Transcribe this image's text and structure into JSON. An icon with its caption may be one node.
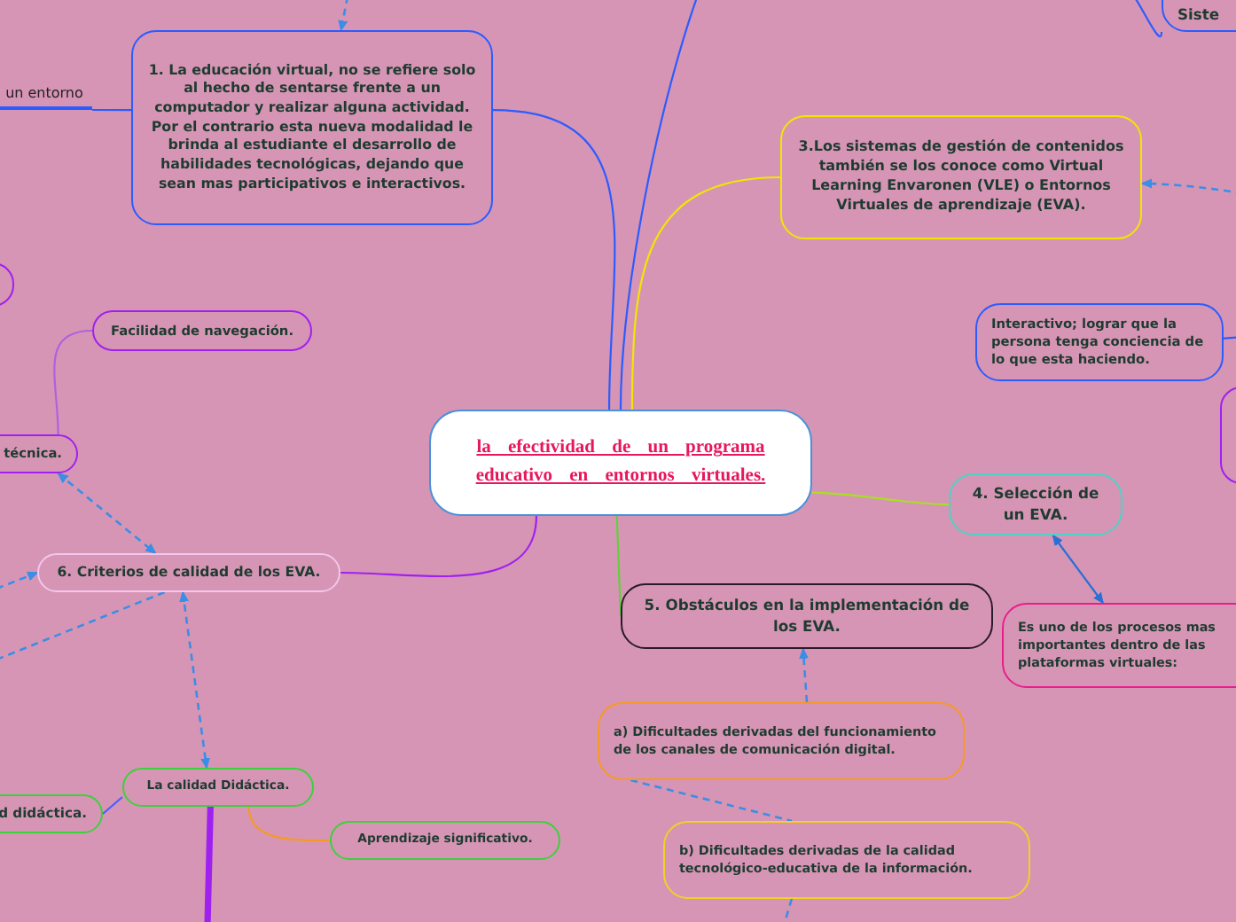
{
  "diagram": {
    "nodes": [
      {
        "text": [
          "un entorno"
        ]
      },
      {
        "text": [
          "1. La educación virtual, no se refiere solo al hecho de sentarse frente a un computador y realizar alguna actividad. Por el contrario esta nueva modalidad le brinda al estudiante el desarrollo de habilidades tecnológicas, dejando que sean mas participativos e interactivos."
        ]
      },
      {
        "text": [
          "Siste"
        ]
      },
      {
        "text": [],
        "shape": "box"
      },
      {
        "text": [
          "3.Los sistemas de gestión de contenidos también se los conoce como Virtual Learning Envaronen (VLE) o Entornos Virtuales de aprendizaje (EVA)."
        ]
      },
      {
        "text": [
          "Facilidad de navegación."
        ]
      },
      {
        "text": [
          "Interactivo; lograr que la persona tenga conciencia de lo que esta haciendo."
        ]
      },
      {
        "text": [
          "la efectividad de un programa educativo en entornos virtuales."
        ]
      },
      {
        "text": [],
        "shape": "box"
      },
      {
        "text": [
          "técnica."
        ]
      },
      {
        "text": [
          "4. Selección de un EVA."
        ]
      },
      {
        "text": [
          "6. Criterios de calidad de los EVA."
        ]
      },
      {
        "text": [
          "5. Obstáculos en la implementación de los EVA."
        ]
      },
      {
        "text": [
          "Es uno de los procesos mas importantes dentro de las plataformas virtuales:"
        ]
      },
      {
        "text": [
          "a) Dificultades derivadas del funcionamiento de los canales de comunicación digital."
        ]
      },
      {
        "text": [
          "La calidad Didáctica."
        ]
      },
      {
        "text": [
          "d didáctica."
        ]
      },
      {
        "text": [
          "b) Dificultades derivadas de la calidad tecnológico-educativa de la información."
        ]
      },
      {
        "text": [
          "Aprendizaje significativo."
        ]
      }
    ],
    "edges": [
      {
        "from": 7,
        "to": 1,
        "arrow": "none",
        "color": "#2b5cff"
      },
      {
        "from": 7,
        "to": null,
        "arrow": "none",
        "color": "#2b5cff"
      },
      {
        "from": 7,
        "to": 4,
        "arrow": "none",
        "color": "#f2e600"
      },
      {
        "from": 7,
        "to": 10,
        "arrow": "none",
        "color": "#a6e21f"
      },
      {
        "from": 10,
        "to": 13,
        "arrow": "both",
        "color": "#2b6fd6"
      },
      {
        "from": 7,
        "to": 12,
        "arrow": "none",
        "color": "#5fd13a"
      },
      {
        "from": 7,
        "to": 11,
        "arrow": "none",
        "color": "#a020f0"
      },
      {
        "from": 14,
        "to": 12,
        "arrow": "to",
        "style": "dashed"
      },
      {
        "from": 14,
        "to": 17,
        "arrow": "none",
        "style": "dashed"
      },
      {
        "from": 17,
        "to": null,
        "arrow": "none",
        "style": "dashed"
      },
      {
        "from": null,
        "to": 1,
        "arrow": "to",
        "style": "dashed"
      },
      {
        "from": 1,
        "to": 0,
        "arrow": "none",
        "color": "#2b5cff"
      },
      {
        "from": null,
        "to": 4,
        "arrow": "to",
        "style": "dashed"
      },
      {
        "from": 6,
        "to": null,
        "arrow": "none",
        "color": "#2b5cff"
      },
      {
        "from": null,
        "to": 2,
        "arrow": "none",
        "color": "#2b5cff"
      },
      {
        "from": 5,
        "to": 9,
        "arrow": "none",
        "color": "#b060e0"
      },
      {
        "from": 9,
        "to": 11,
        "arrow": "both",
        "style": "dashed"
      },
      {
        "from": null,
        "to": 11,
        "arrow": "to",
        "style": "dashed"
      },
      {
        "from": 11,
        "to": null,
        "arrow": "none",
        "style": "dashed"
      },
      {
        "from": 11,
        "to": 15,
        "arrow": "both",
        "style": "dashed"
      },
      {
        "from": 15,
        "to": 16,
        "arrow": "none",
        "color": "#4a5cff"
      },
      {
        "from": 15,
        "to": 18,
        "arrow": "none",
        "color": "#f59a23"
      },
      {
        "from": 15,
        "to": null,
        "arrow": "none",
        "style": "thick",
        "color": "#a020f0"
      }
    ]
  }
}
